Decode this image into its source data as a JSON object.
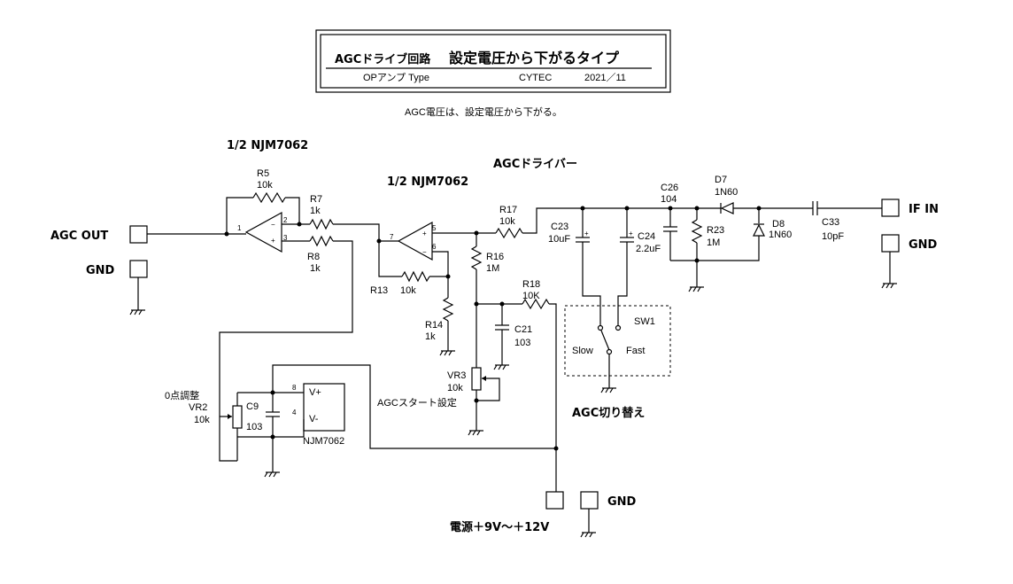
{
  "title": {
    "line1a": "AGCドライブ回路",
    "line1b": "設定電圧から下がるタイプ",
    "line2a": "OPアンプ  Type",
    "line2b": "CYTEC",
    "line2c": "2021／11"
  },
  "note": "AGC電圧は、設定電圧から下がる。",
  "labels": {
    "opamp1": "1/2 NJM7062",
    "opamp2": "1/2 NJM7062",
    "driver": "AGCドライバー",
    "switch_title": "AGC切り替え",
    "start_set": "AGCスタート設定",
    "zero_adj": "0点調整",
    "power": "電源＋9V～＋12V",
    "ic": "NJM7062",
    "vplus": "V+",
    "vminus": "V-",
    "slow": "Slow",
    "fast": "Fast",
    "sw1": "SW1"
  },
  "terminals": {
    "agc_out": "AGC  OUT",
    "gnd_left": "GND",
    "if_in": "IF   IN",
    "gnd_right": "GND",
    "gnd_bottom": "GND"
  },
  "components": {
    "r5": {
      "ref": "R5",
      "val": "10k"
    },
    "r7": {
      "ref": "R7",
      "val": "1k"
    },
    "r8": {
      "ref": "R8",
      "val": "1k"
    },
    "r13": {
      "ref": "R13",
      "val": "10k"
    },
    "r14": {
      "ref": "R14",
      "val": "1k"
    },
    "r16": {
      "ref": "R16",
      "val": "1M"
    },
    "r17": {
      "ref": "R17",
      "val": "10k"
    },
    "r18": {
      "ref": "R18",
      "val": "10K"
    },
    "r23": {
      "ref": "R23",
      "val": "1M"
    },
    "c9": {
      "ref": "C9",
      "val": "103"
    },
    "c21": {
      "ref": "C21",
      "val": "103"
    },
    "c23": {
      "ref": "C23",
      "val": "10uF"
    },
    "c24": {
      "ref": "C24",
      "val": "2.2uF"
    },
    "c26": {
      "ref": "C26",
      "val": "104"
    },
    "c33": {
      "ref": "C33",
      "val": "10pF"
    },
    "d7": {
      "ref": "D7",
      "val": "1N60"
    },
    "d8": {
      "ref": "D8",
      "val": "1N60"
    },
    "vr2": {
      "ref": "VR2",
      "val": "10k"
    },
    "vr3": {
      "ref": "VR3",
      "val": "10k"
    }
  },
  "pins": {
    "u1_1": "1",
    "u1_2": "2",
    "u1_3": "3",
    "u2_5": "5",
    "u2_6": "6",
    "u2_7": "7",
    "ic_8": "8",
    "ic_4": "4"
  }
}
